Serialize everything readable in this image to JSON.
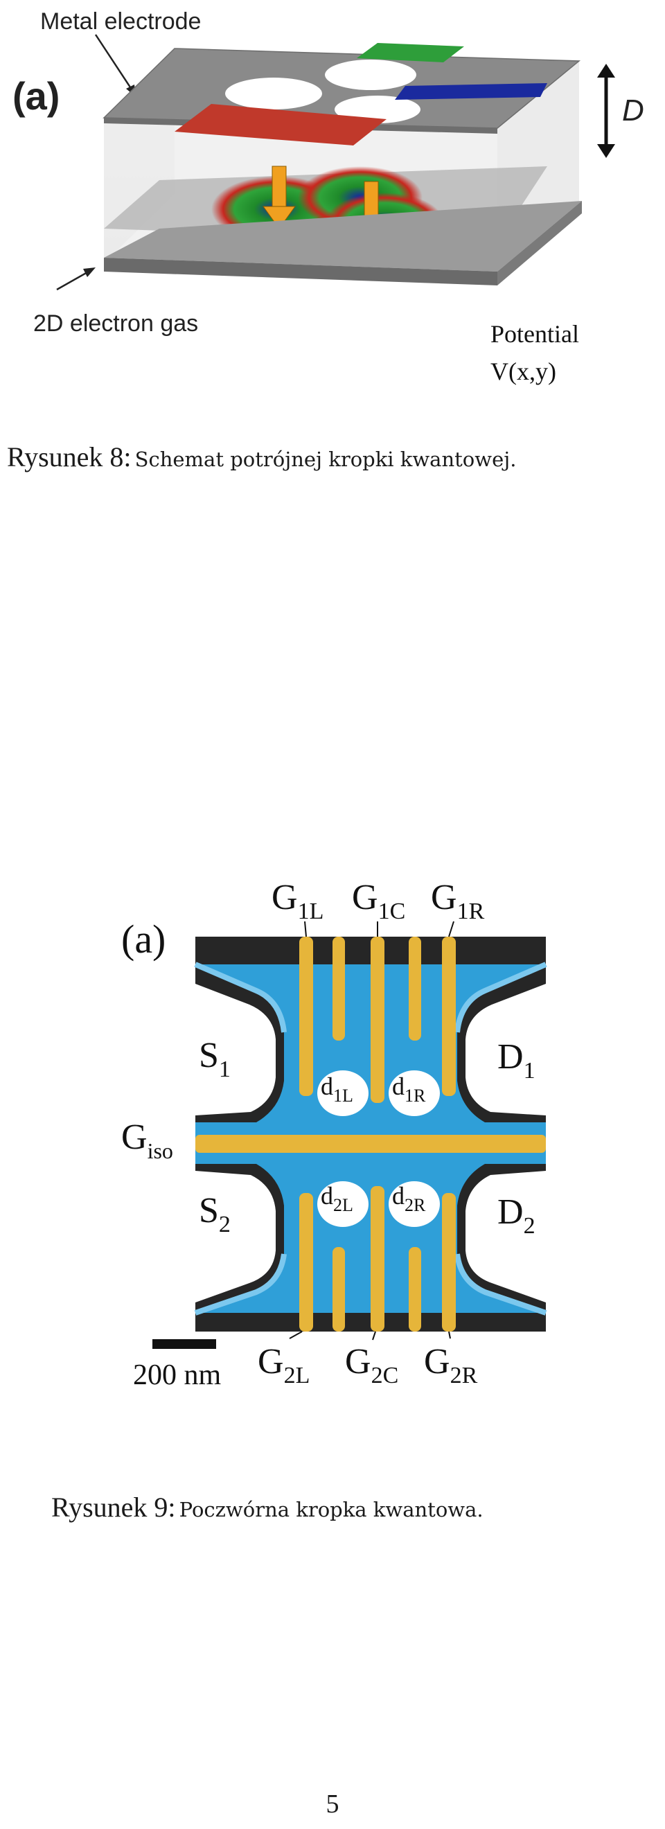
{
  "figure8": {
    "panel_label": "(a)",
    "label_metal_electrode": "Metal electrode",
    "label_2deg": "2D electron gas",
    "label_potential_line1": "Potential",
    "label_potential_line2": "V(x,y)",
    "label_distance": "D",
    "caption_label": "Rysunek 8:",
    "caption_text": "Schemat potrójnej kropki kwantowej."
  },
  "figure9": {
    "panel_label": "(a)",
    "gates_top": [
      {
        "base": "G",
        "sub": "1L"
      },
      {
        "base": "G",
        "sub": "1C"
      },
      {
        "base": "G",
        "sub": "1R"
      }
    ],
    "gates_bottom": [
      {
        "base": "G",
        "sub": "2L"
      },
      {
        "base": "G",
        "sub": "2C"
      },
      {
        "base": "G",
        "sub": "2R"
      }
    ],
    "sources": [
      {
        "base": "S",
        "sub": "1"
      },
      {
        "base": "S",
        "sub": "2"
      }
    ],
    "drains": [
      {
        "base": "D",
        "sub": "1"
      },
      {
        "base": "D",
        "sub": "2"
      }
    ],
    "isolation_gate": {
      "base": "G",
      "sub": "iso"
    },
    "dots": [
      {
        "base": "d",
        "sub": "1L"
      },
      {
        "base": "d",
        "sub": "1R"
      },
      {
        "base": "d",
        "sub": "2L"
      },
      {
        "base": "d",
        "sub": "2R"
      }
    ],
    "scale_bar": "200 nm",
    "caption_label": "Rysunek 9:",
    "caption_text": "Poczwórna kropka kwantowa."
  },
  "page_number": "5",
  "colors": {
    "electrode_gray": "#8a8a8a",
    "red_gate": "#c0392b",
    "green_gate": "#2e9e3a",
    "blue_gate": "#1a2a9e",
    "arrow_orange": "#f0a020",
    "sem_blue": "#2f9fd8",
    "sem_gold": "#e6b53a",
    "sem_dark": "#262626"
  }
}
